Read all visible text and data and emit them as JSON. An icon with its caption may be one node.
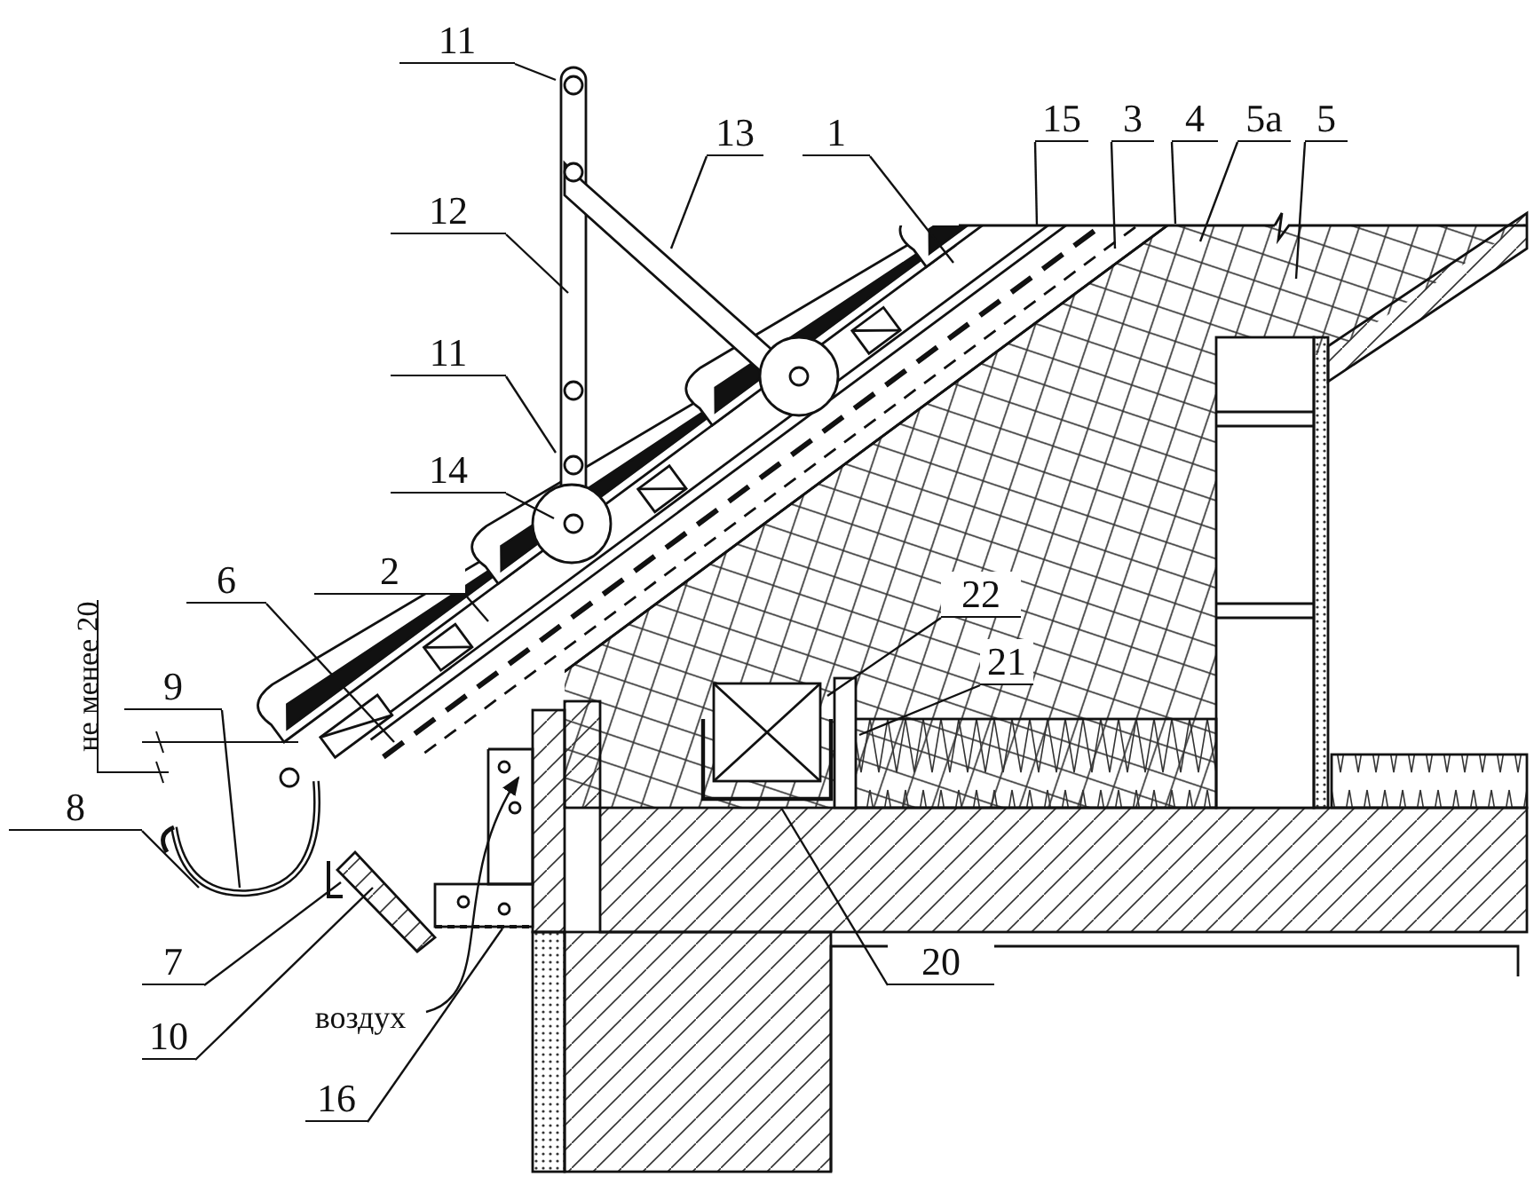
{
  "diagram": {
    "nodes": [
      {
        "text": [
          "11"
        ]
      },
      {
        "text": [
          "13"
        ]
      },
      {
        "text": [
          "1"
        ]
      },
      {
        "text": [
          "15"
        ]
      },
      {
        "text": [
          "3"
        ]
      },
      {
        "text": [
          "4"
        ]
      },
      {
        "text": [
          "5а"
        ]
      },
      {
        "text": [
          "5"
        ]
      },
      {
        "text": [
          "12"
        ]
      },
      {
        "text": [
          "11"
        ]
      },
      {
        "text": [
          "14"
        ]
      },
      {
        "text": [
          "2"
        ]
      },
      {
        "text": [
          "6"
        ]
      },
      {
        "text": [
          "22"
        ]
      },
      {
        "text": [
          "21"
        ]
      },
      {
        "text": [
          "9"
        ]
      },
      {
        "text": [
          "8"
        ]
      },
      {
        "text": [
          "7"
        ]
      },
      {
        "text": [
          "20"
        ]
      },
      {
        "text": [
          "10"
        ]
      },
      {
        "text": [
          "воздух"
        ]
      },
      {
        "text": [
          "16"
        ]
      }
    ],
    "edges": [
      {
        "from": 0,
        "to": null,
        "arrow": "none"
      },
      {
        "from": 1,
        "to": null,
        "arrow": "none"
      },
      {
        "from": 2,
        "to": null,
        "arrow": "none"
      },
      {
        "from": 3,
        "to": null,
        "arrow": "none"
      },
      {
        "from": 4,
        "to": null,
        "arrow": "none"
      },
      {
        "from": 5,
        "to": null,
        "arrow": "none"
      },
      {
        "from": 6,
        "to": null,
        "arrow": "none"
      },
      {
        "from": 7,
        "to": null,
        "arrow": "none"
      },
      {
        "from": 8,
        "to": null,
        "arrow": "none"
      },
      {
        "from": 9,
        "to": null,
        "arrow": "none"
      },
      {
        "from": 10,
        "to": null,
        "arrow": "none"
      },
      {
        "from": 11,
        "to": null,
        "arrow": "none"
      },
      {
        "from": 12,
        "to": null,
        "arrow": "none"
      },
      {
        "from": 13,
        "to": null,
        "arrow": "none"
      },
      {
        "from": 14,
        "to": null,
        "arrow": "none"
      },
      {
        "from": 15,
        "to": null,
        "arrow": "none"
      },
      {
        "from": 16,
        "to": null,
        "arrow": "none"
      },
      {
        "from": 17,
        "to": null,
        "arrow": "none"
      },
      {
        "from": 18,
        "to": null,
        "arrow": "none"
      },
      {
        "from": 19,
        "to": null,
        "arrow": "none"
      },
      {
        "from": 20,
        "to": null,
        "arrow": "to"
      },
      {
        "from": 21,
        "to": null,
        "arrow": "none"
      }
    ],
    "labels": [
      "не менее 20"
    ]
  }
}
